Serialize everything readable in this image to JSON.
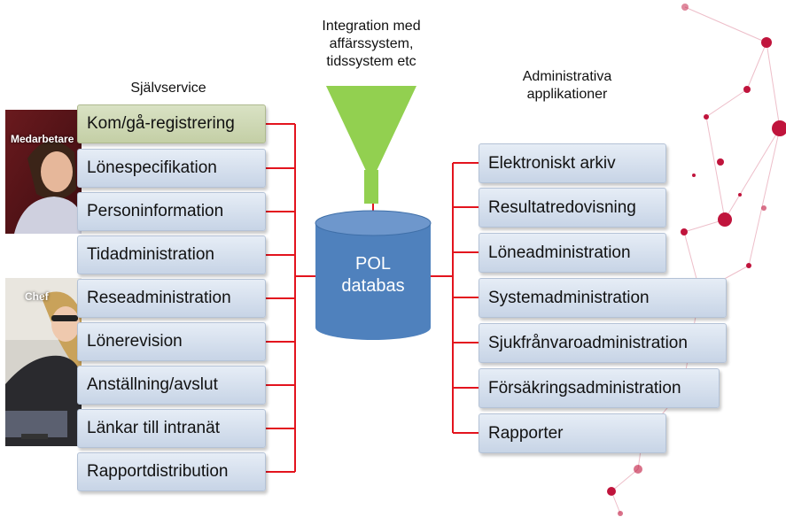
{
  "captions": {
    "integration": "Integration med\naffärssystem,\ntidssystem etc",
    "selfservice": "Självservice",
    "admin": "Administrativa\napplikationer"
  },
  "photos": {
    "employee_label": "Medarbetare",
    "manager_label": "Chef"
  },
  "database": {
    "label_line1": "POL",
    "label_line2": "databas"
  },
  "selfservice_items": [
    "Kom/gå-registrering",
    "Lönespecifikation",
    "Personinformation",
    "Tidadministration",
    "Reseadministration",
    "Lönerevision",
    "Anställning/avslut",
    "Länkar till intranät",
    "Rapportdistribution"
  ],
  "admin_items": [
    "Elektroniskt arkiv",
    "Resultatredovisning",
    "Löneadministration",
    "Systemadministration",
    "Sjukfrånvaroadministration",
    "Försäkringsadministration",
    "Rapporter"
  ],
  "colors": {
    "connector": "#e3141e",
    "funnel": "#92d050",
    "database": "#4f81bd",
    "box": "#d0dbe9",
    "highlight_box": "#cfd8b2",
    "decor": "#c0143c"
  }
}
